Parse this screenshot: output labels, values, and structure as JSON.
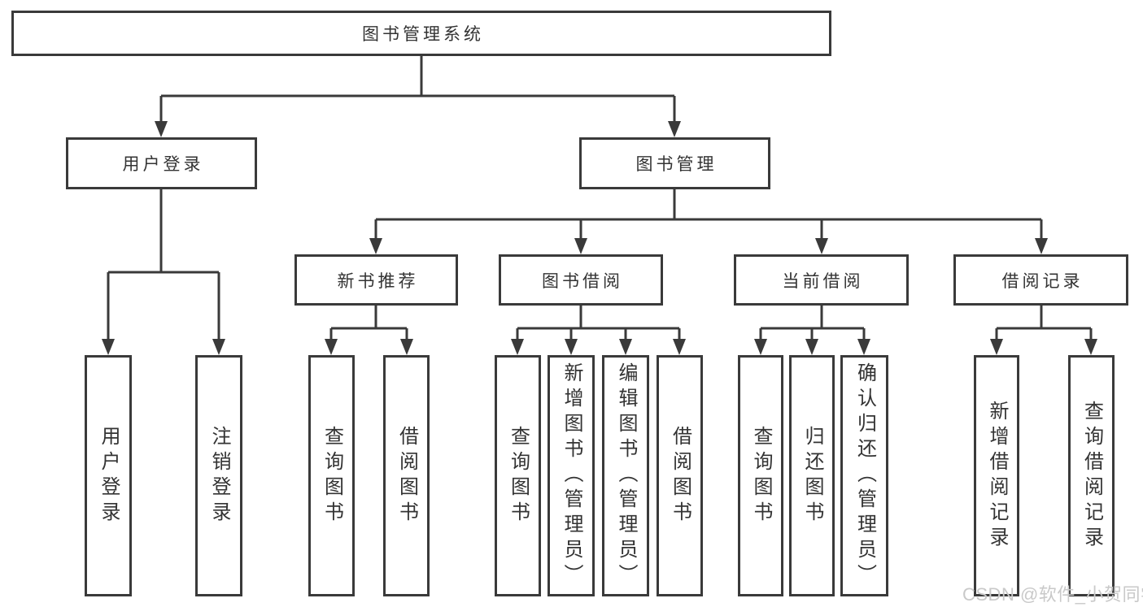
{
  "diagram": {
    "root": "图书管理系统",
    "level2": [
      "用户登录",
      "图书管理"
    ],
    "level3": [
      "新书推荐",
      "图书借阅",
      "当前借阅",
      "借阅记录"
    ],
    "leaves": {
      "user": [
        "用户登录",
        "注销登录"
      ],
      "recommend": [
        "查询图书",
        "借阅图书"
      ],
      "borrow": [
        "查询图书",
        "新增图书（管理员）",
        "编辑图书（管理员）",
        "借阅图书"
      ],
      "current": [
        "查询图书",
        "归还图书",
        "确认归还（管理员）"
      ],
      "records": [
        "新增借阅记录",
        "查询借阅记录"
      ]
    }
  },
  "watermark": {
    "text": "CSDN @软件_小贺同学"
  },
  "colors": {
    "line": "#3a3a3a",
    "box_fill": "#ffffff",
    "text": "#333333",
    "watermark": "#c9c9c9"
  }
}
